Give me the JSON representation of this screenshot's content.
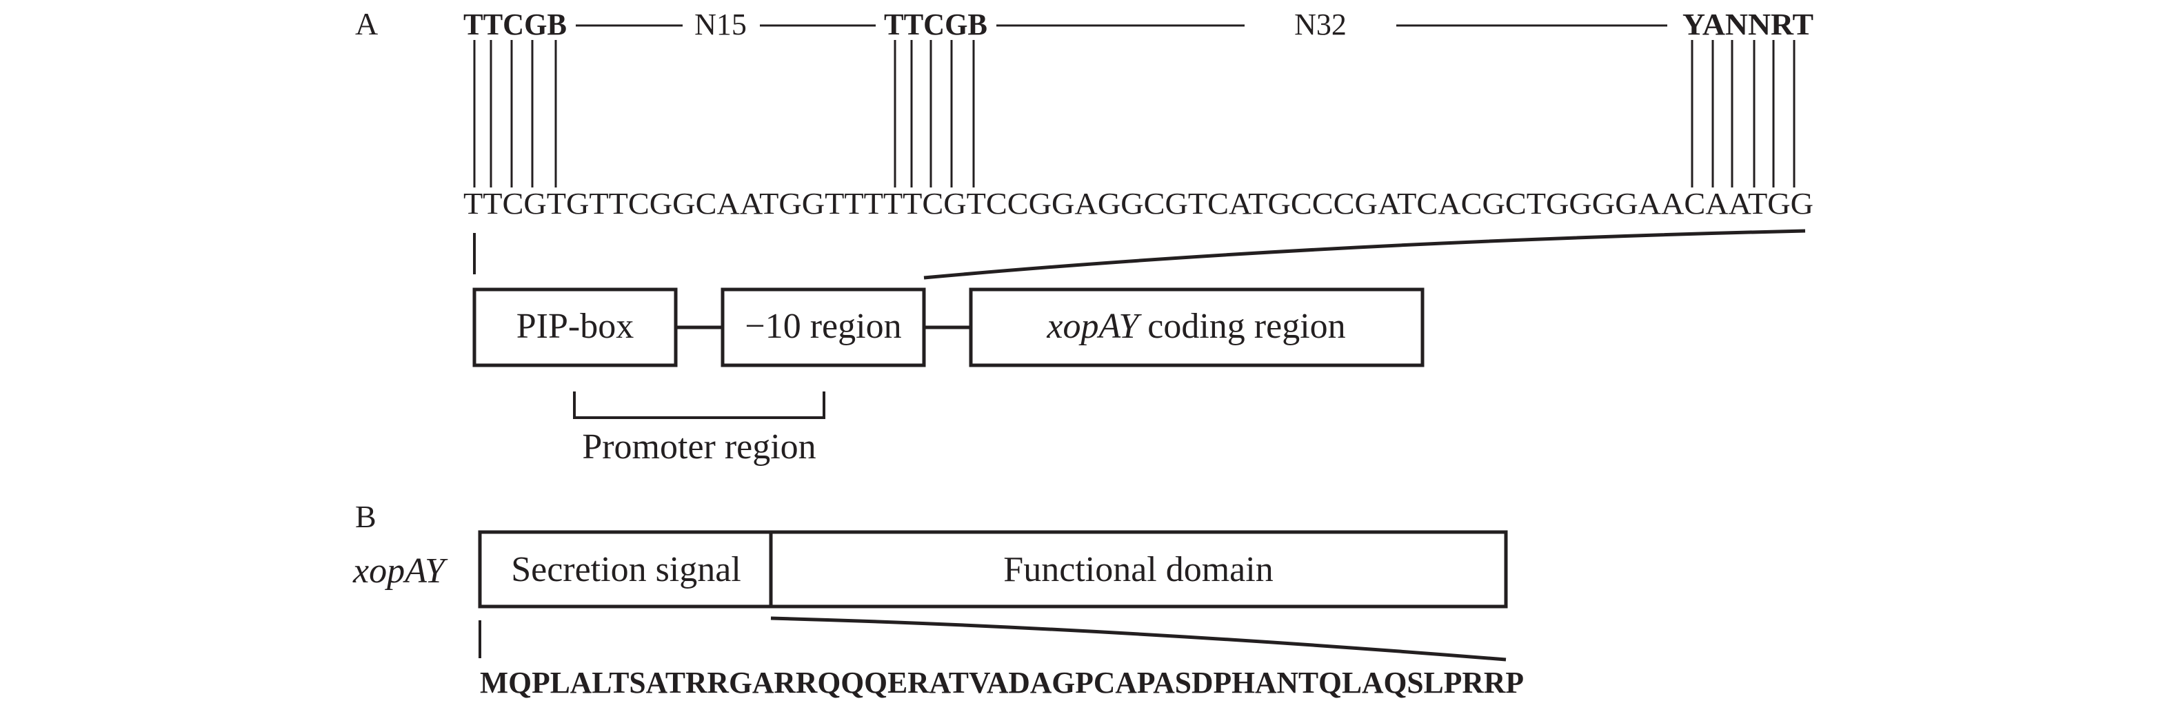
{
  "panel_a": {
    "label": "A",
    "motif_1": "TTCGB",
    "spacer_1": "N15",
    "motif_2": "TTCGB",
    "spacer_2": "N32",
    "motif_3": "YANNRT",
    "sequence": "TTCGTGTTCGGCAATGGTTTTTCGTCCGGAGGCGTCATGCCCGATCACGCTGGGGAACAATGG",
    "boxes": {
      "pip_box": "PIP-box",
      "minus10": "−10 region",
      "coding_gene": "xopAY",
      "coding_suffix": " coding region"
    },
    "promoter_label": "Promoter region"
  },
  "panel_b": {
    "label": "B",
    "gene_label": "xopAY",
    "secretion_signal": "Secretion signal",
    "functional_domain": "Functional domain",
    "peptide": "MQPLALTSATRRGARRQQQERATVADAGPCAPASDPHANTQLAQSLPRRP"
  },
  "colors": {
    "ink": "#231f20",
    "background": "#ffffff"
  }
}
